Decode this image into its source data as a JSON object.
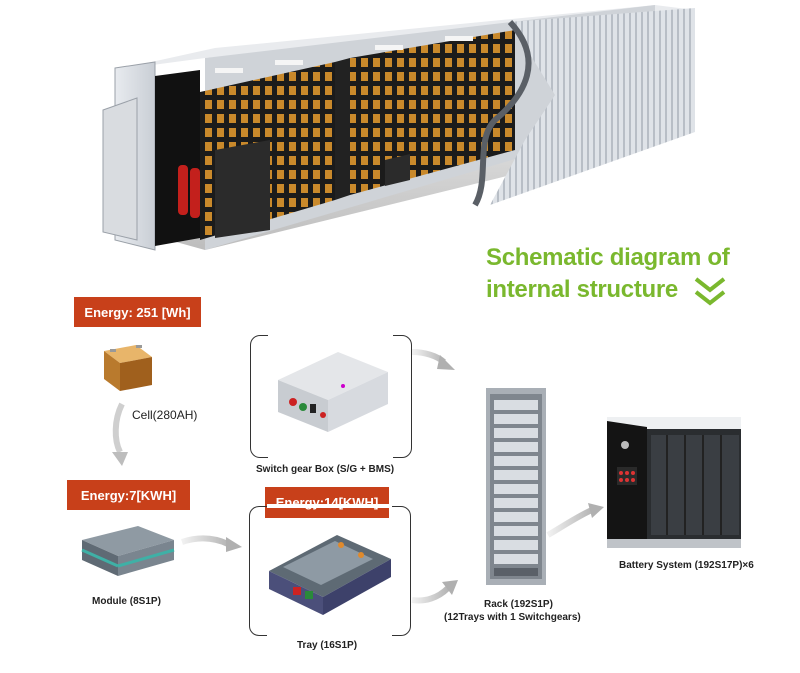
{
  "heading": {
    "line1": "Schematic diagram of",
    "line2": "internal structure",
    "accent_color": "#7ab82e"
  },
  "energy_tags": {
    "cell": "Energy: 251 [Wh]",
    "module": "Energy:7[KWH]",
    "tray": "Energy:14[KWH]",
    "color": "#c8401a"
  },
  "components": {
    "cell": "Cell(280AH)",
    "module": "Module (8S1P)",
    "switchgear": "Switch gear Box  (S/G + BMS)",
    "tray": "Tray (16S1P)",
    "rack_line1": "Rack (192S1P)",
    "rack_line2": "(12Trays with 1 Switchgears)",
    "battery_system": "Battery System (192S17P)×6"
  },
  "icons": [
    "container-cutaway-illustration",
    "double-chevron-down-icon",
    "cell-image",
    "module-image",
    "switchgear-image",
    "tray-image",
    "rack-image",
    "battery-system-photo",
    "flow-arrow-icon"
  ]
}
